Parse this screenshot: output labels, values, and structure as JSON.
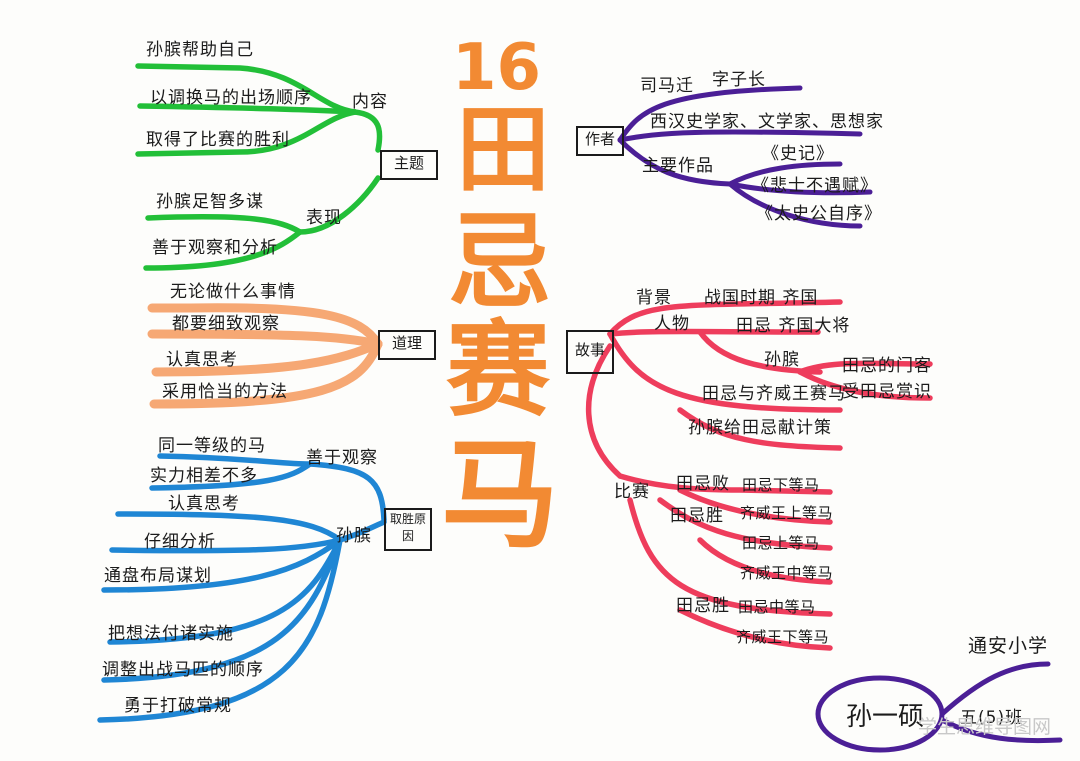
{
  "title": {
    "number": "16",
    "chars": [
      "田",
      "忌",
      "赛",
      "马"
    ]
  },
  "colors": {
    "title": "#f28a33",
    "green": "#22bf38",
    "peach": "#f6a874",
    "blue": "#1f86d4",
    "purple": "#4b1f96",
    "red": "#ee3d5c",
    "ink": "#1b1b1b"
  },
  "green_branch": {
    "root": "主题",
    "content": {
      "label": "内容",
      "items": [
        "孙膑帮助自己",
        "以调换马的出场顺序",
        "取得了比赛的胜利"
      ]
    },
    "performance": {
      "label": "表现",
      "items": [
        "孙膑足智多谋",
        "善于观察和分析"
      ]
    }
  },
  "peach_branch": {
    "root": "道理",
    "items": [
      "无论做什么事情",
      "都要细致观察",
      "认真思考",
      "采用恰当的方法"
    ]
  },
  "blue_branch": {
    "root": "取胜原因",
    "observe": {
      "label": "善于观察",
      "items": [
        "同一等级的马",
        "实力相差不多"
      ]
    },
    "person": {
      "label": "孙膑",
      "items": [
        "认真思考",
        "仔细分析",
        "通盘布局谋划",
        "把想法付诸实施",
        "调整出战马匹的顺序",
        "勇于打破常规"
      ]
    }
  },
  "purple_branch": {
    "root": "作者",
    "name": "司马迁",
    "style_name": "字子长",
    "desc": "西汉史学家、文学家、思想家",
    "works_label": "主要作品",
    "works": [
      "《史记》",
      "《悲士不遇赋》",
      "《太史公自序》"
    ]
  },
  "red_branch": {
    "root": "故事",
    "background": {
      "label": "背景",
      "value": "战国时期 齐国"
    },
    "people": {
      "label": "人物",
      "tian": "田忌 齐国大将",
      "sun": {
        "label": "孙膑",
        "items": [
          "田忌的门客",
          "受田忌赏识"
        ]
      }
    },
    "events": [
      "田忌与齐威王赛马",
      "孙膑给田忌献计策"
    ],
    "match": {
      "label": "比赛",
      "lose": {
        "label": "田忌败",
        "items": [
          "田忌下等马",
          "齐威王上等马"
        ]
      },
      "win1": {
        "label": "田忌胜",
        "items": [
          "田忌上等马",
          "齐威王中等马"
        ]
      },
      "win2": {
        "label": "田忌胜",
        "items": [
          "田忌中等马",
          "齐威王下等马"
        ]
      }
    }
  },
  "signature": {
    "school": "通安小学",
    "name": "孙一硕",
    "class": "五(5)班"
  },
  "watermark": "学生思维导图网"
}
